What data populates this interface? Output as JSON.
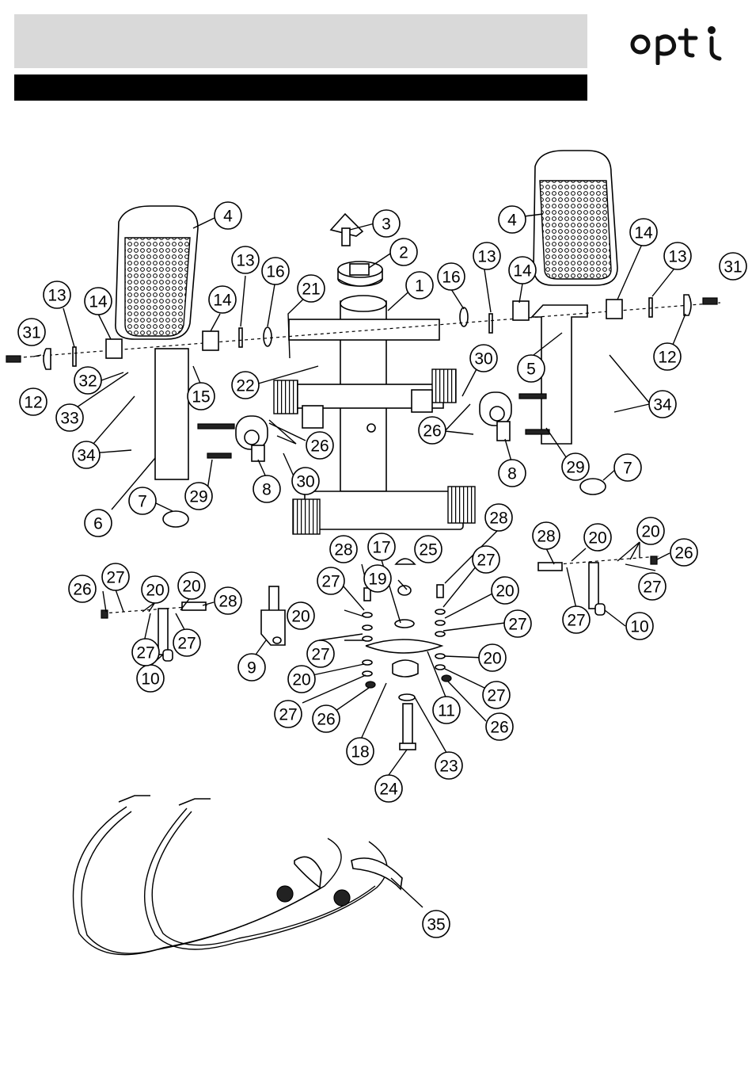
{
  "header": {
    "logo_text": "opti",
    "accent_color": "#d9d9d9",
    "bar_color": "#000000"
  },
  "callouts": [
    "1",
    "2",
    "3",
    "4",
    "4",
    "5",
    "6",
    "7",
    "7",
    "8",
    "8",
    "9",
    "10",
    "10",
    "11",
    "12",
    "12",
    "13",
    "13",
    "13",
    "14",
    "14",
    "14",
    "14",
    "15",
    "16",
    "16",
    "17",
    "18",
    "19",
    "20",
    "20",
    "20",
    "20",
    "20",
    "20",
    "20",
    "21",
    "22",
    "23",
    "24",
    "25",
    "26",
    "26",
    "26",
    "26",
    "26",
    "26",
    "27",
    "27",
    "27",
    "27",
    "27",
    "27",
    "27",
    "27",
    "27",
    "27",
    "28",
    "28",
    "28",
    "28",
    "29",
    "29",
    "30",
    "30",
    "31",
    "31",
    "32",
    "33",
    "34",
    "34",
    "35"
  ]
}
